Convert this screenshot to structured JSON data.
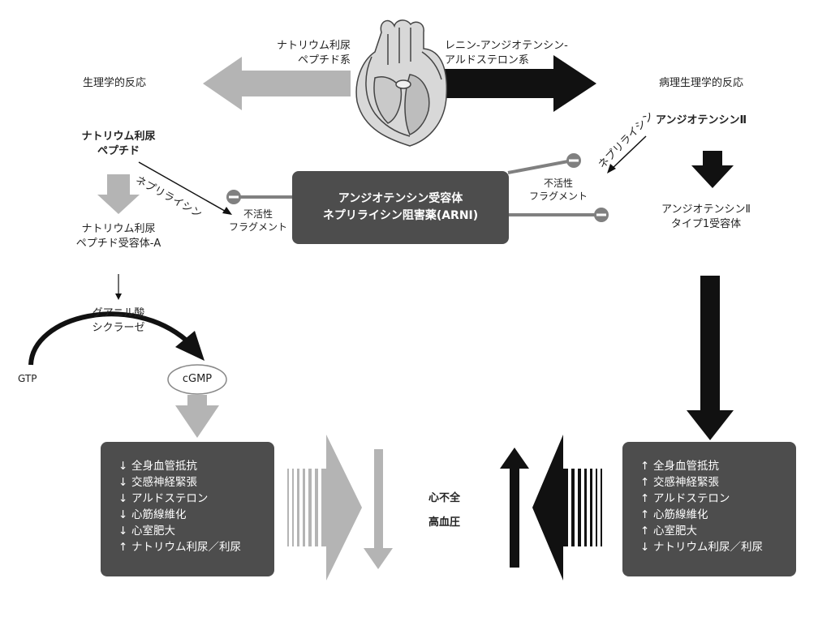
{
  "heart": {
    "icon": "heart-icon"
  },
  "left": {
    "system_label": "ナトリウム利尿\nペプチド系",
    "response_label": "生理学的反応",
    "peptide_label": "ナトリウム利尿\nペプチド",
    "neprilysin_label": "ネプリライシン",
    "receptor_label": "ナトリウム利尿\nペプチド受容体-A",
    "enzyme_label": "グアニル酸\nシクラーゼ",
    "gtp_label": "GTP",
    "cgmp_label": "cGMP",
    "effects": [
      {
        "arrow": "↓",
        "text": "全身血管抵抗"
      },
      {
        "arrow": "↓",
        "text": "交感神経緊張"
      },
      {
        "arrow": "↓",
        "text": "アルドステロン"
      },
      {
        "arrow": "↓",
        "text": "心筋線維化"
      },
      {
        "arrow": "↓",
        "text": "心室肥大"
      },
      {
        "arrow": "↑",
        "text": "ナトリウム利尿／利尿"
      }
    ]
  },
  "right": {
    "system_label": "レニン-アンジオテンシン-\nアルドステロン系",
    "response_label": "病理生理学的反応",
    "angiotensin_label": "アンジオテンシンⅡ",
    "neprilysin_label": "ネプリライシン",
    "receptor_label": "アンジオテンシンⅡ\nタイプ1受容体",
    "effects": [
      {
        "arrow": "↑",
        "text": "全身血管抵抗"
      },
      {
        "arrow": "↑",
        "text": "交感神経緊張"
      },
      {
        "arrow": "↑",
        "text": "アルドステロン"
      },
      {
        "arrow": "↑",
        "text": "心筋線維化"
      },
      {
        "arrow": "↑",
        "text": "心室肥大"
      },
      {
        "arrow": "↓",
        "text": "ナトリウム利尿／利尿"
      }
    ]
  },
  "arni": {
    "title": "アンジオテンシン受容体\nネプリライシン阻害薬(ARNI)",
    "fragment_left": "不活性\nフラグメント",
    "fragment_right": "不活性\nフラグメント",
    "minus_symbol": "−"
  },
  "center": {
    "outcome1": "心不全",
    "outcome2": "高血圧"
  },
  "colors": {
    "light_arrow": "#b4b4b4",
    "dark_arrow": "#111111",
    "box_fill": "#4d4d4d",
    "box_text": "#ffffff",
    "minus_circle": "#808080"
  }
}
